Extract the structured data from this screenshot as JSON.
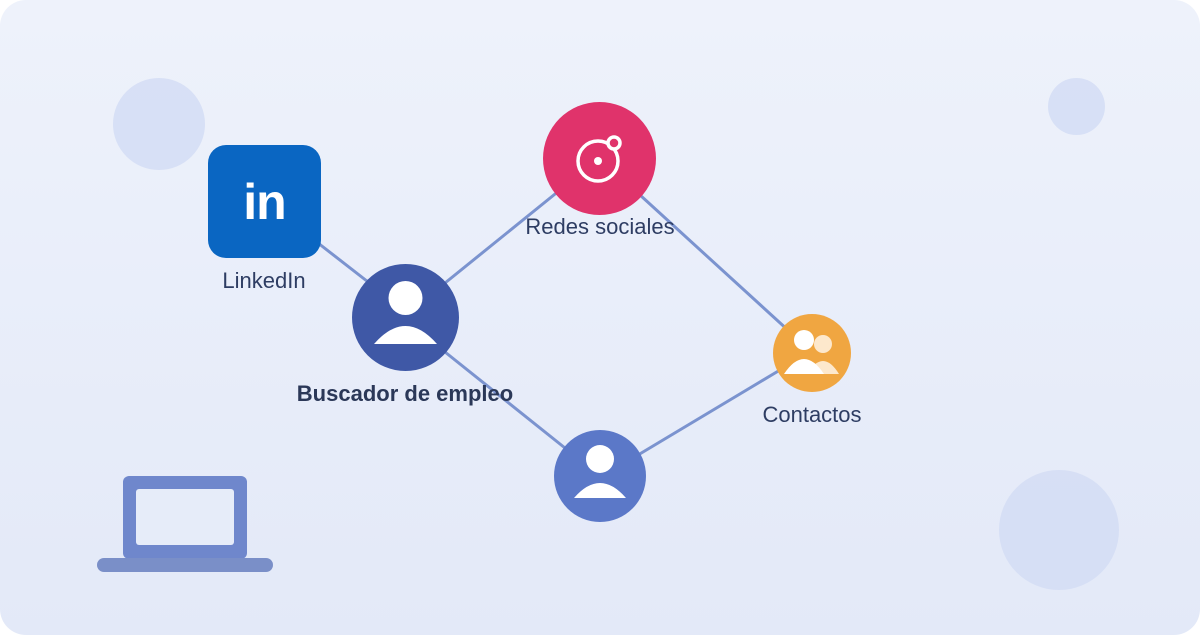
{
  "colors": {
    "linkedin": "#0a66c2",
    "social": "#e0336b",
    "seeker": "#3f58a6",
    "connection": "#5b78c8",
    "contacts": "#f0a641",
    "link_line": "#7b93cf",
    "laptop": "#6f87cc"
  },
  "nodes": {
    "linkedin": {
      "glyph": "in",
      "label": "LinkedIn",
      "icon": "linkedin-logo-icon"
    },
    "social": {
      "label": "Redes sociales",
      "icon": "target-icon"
    },
    "seeker": {
      "label": "Buscador de empleo",
      "icon": "user-icon"
    },
    "connection": {
      "icon": "user-icon"
    },
    "contacts": {
      "label": "Contactos",
      "icon": "users-icon"
    }
  },
  "decor": {
    "icon": "laptop-icon"
  }
}
